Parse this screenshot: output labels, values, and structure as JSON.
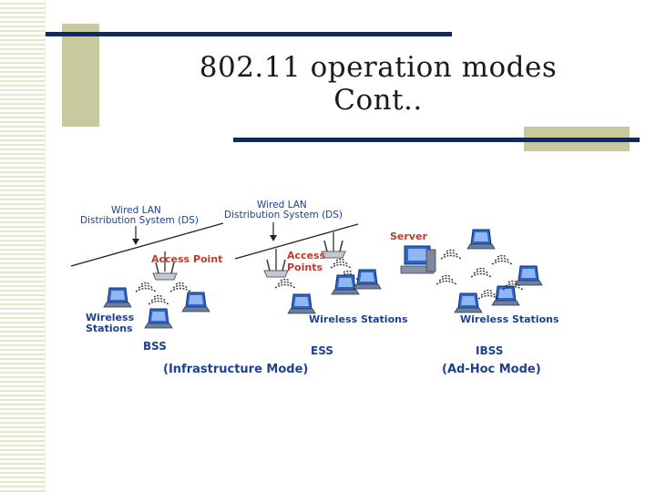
{
  "slide": {
    "title_line1": "802.11 operation modes",
    "title_line2": "Cont..",
    "accent_color": "#c9c9a0",
    "rule_color": "#0d2a6b"
  },
  "diagram": {
    "bss": {
      "wired_lan": "Wired LAN",
      "ds": "Distribution System (DS)",
      "ap": "Access Point",
      "stations_1": "Wireless",
      "stations_2": "Stations",
      "name": "BSS"
    },
    "ess": {
      "wired_lan": "Wired LAN",
      "ds": "Distribution System (DS)",
      "ap_1": "Access",
      "ap_2": "Points",
      "stations": "Wireless Stations",
      "name": "ESS"
    },
    "ibss": {
      "server": "Server",
      "stations": "Wireless Stations",
      "name": "IBSS"
    },
    "infra_mode": "(Infrastructure Mode)",
    "adhoc_mode": "(Ad-Hoc Mode)"
  }
}
